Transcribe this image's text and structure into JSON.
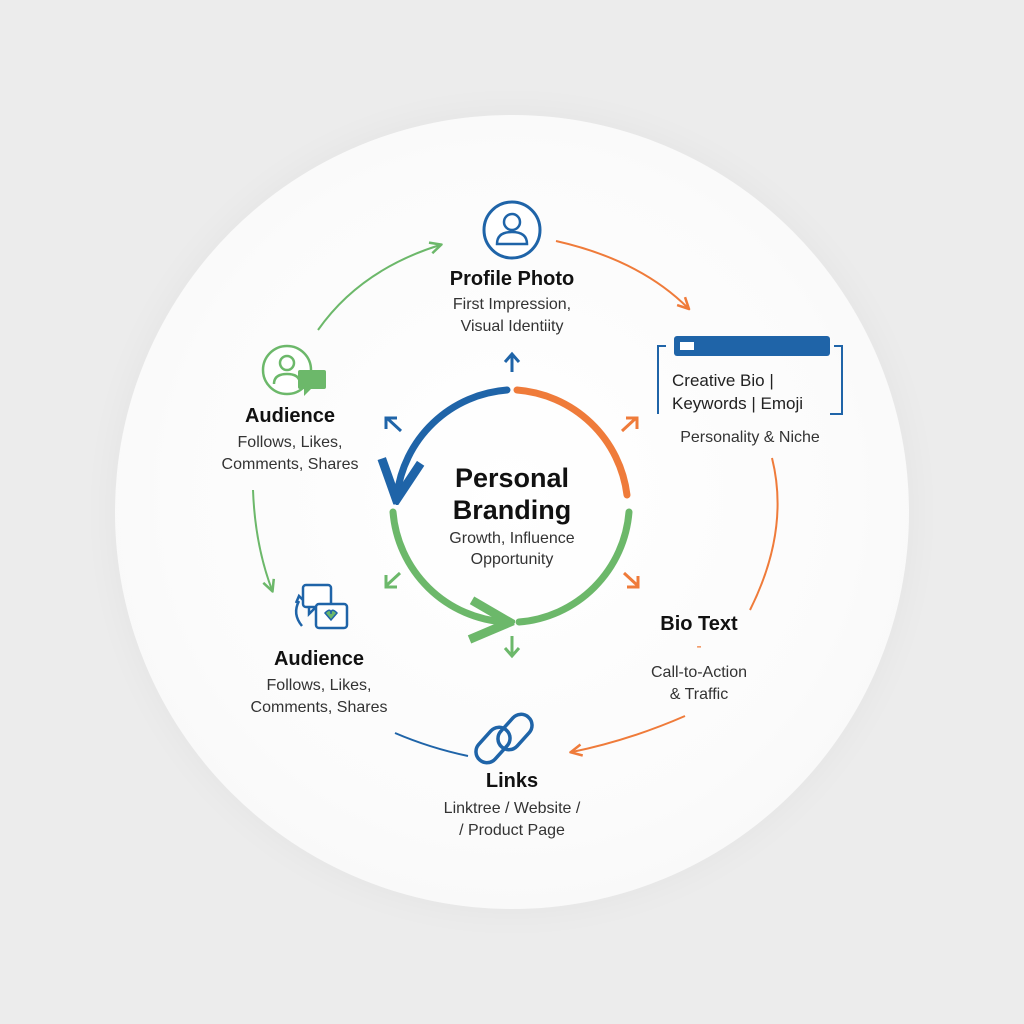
{
  "center": {
    "title_line1": "Personal",
    "title_line2": "Branding",
    "sub_line1": "Growth, Influence",
    "sub_line2": "Opportunity"
  },
  "profile_photo": {
    "title": "Profile Photo",
    "line1": "First Impression,",
    "line2": "Visual Identiity",
    "icon": "user-circle-icon"
  },
  "bio_card": {
    "line1": "Creative Bio |",
    "line2": "Keywords | Emoji",
    "caption": "Personality & Niche",
    "icon": "bio-card-icon"
  },
  "bio_text": {
    "title": "Bio Text",
    "dash": "-",
    "line1": "Call-to-Action",
    "line2": "& Traffic"
  },
  "links": {
    "title": "Links",
    "line1": "Linktree / Website /",
    "line2": "/ Product Page",
    "icon": "chain-link-icon"
  },
  "audience_top": {
    "title": "Audience",
    "line1": "Follows, Likes,",
    "line2": "Comments, Shares",
    "icon": "user-chat-icon"
  },
  "audience_bottom": {
    "title": "Audience",
    "line1": "Follows, Likes,",
    "line2": "Comments, Shares",
    "icon": "engagement-chat-icon"
  },
  "colors": {
    "blue": "#1f64a8",
    "orange": "#ef7b3a",
    "green": "#6cb86a",
    "text": "#222222"
  }
}
